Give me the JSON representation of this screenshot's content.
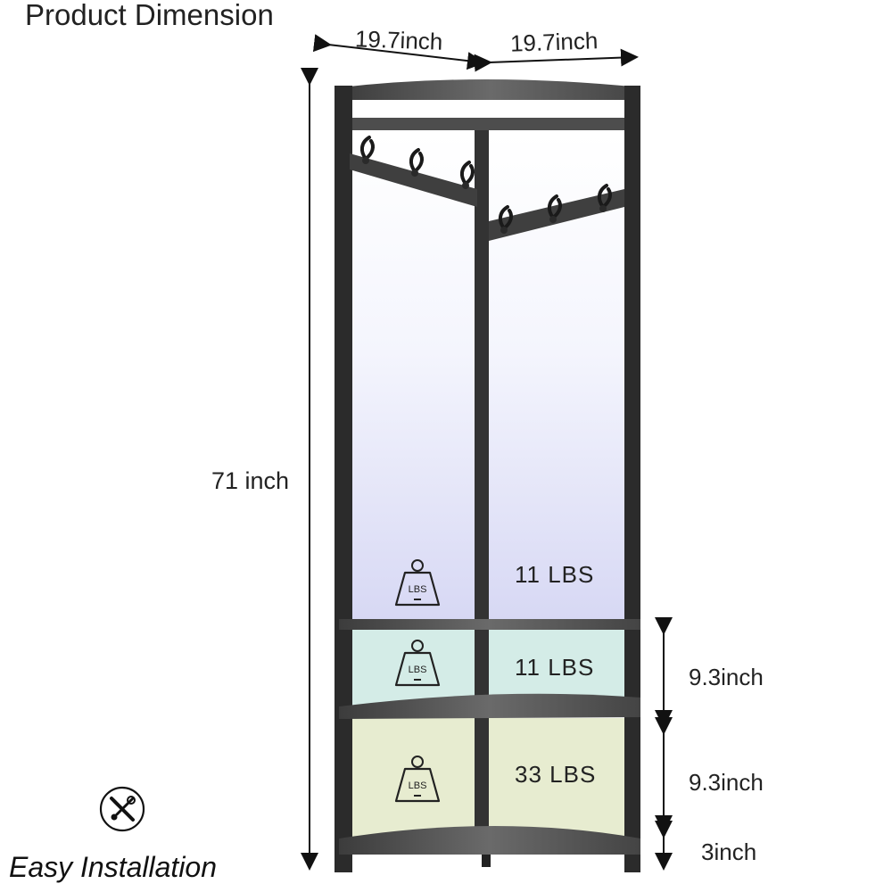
{
  "header": {
    "title": "Product Dimension"
  },
  "dimensions": {
    "width_left": "19.7inch",
    "width_right": "19.7inch",
    "height": "71 inch",
    "shelf_gap_1": "9.3inch",
    "shelf_gap_2": "9.3inch",
    "base_height": "3inch"
  },
  "loads": {
    "weight_icon_label": "LBS",
    "upper": "11 LBS",
    "middle": "11 LBS",
    "lower": "33 LBS"
  },
  "footer": {
    "easy_installation": "Easy Installation"
  },
  "icons": [
    "weight-icon",
    "tools-icon"
  ]
}
